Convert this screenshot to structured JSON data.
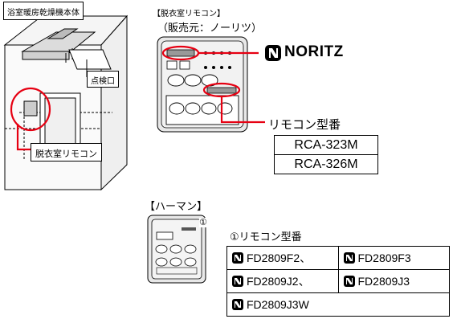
{
  "left_panel": {
    "header": "浴室暖房乾燥機本体",
    "inspection_label": "点検口",
    "remote_label": "脱衣室リモコン"
  },
  "noritz": {
    "header": "【脱衣室リモコン】",
    "seller": "（販売元：ノーリツ）",
    "brand": "NORITZ",
    "model_title": "リモコン型番",
    "models": [
      "RCA-323M",
      "RCA-326M"
    ]
  },
  "harman": {
    "header": "【ハーマン】",
    "marker": "①",
    "model_title": "①リモコン型番",
    "rows": [
      [
        "FD2809F2、",
        "FD2809F3"
      ],
      [
        "FD2809J2、",
        "FD2809J3"
      ],
      [
        "FD2809J3W"
      ]
    ]
  },
  "colors": {
    "highlight": "#e60012",
    "panel": "#e8e8e8",
    "line": "#000000"
  }
}
